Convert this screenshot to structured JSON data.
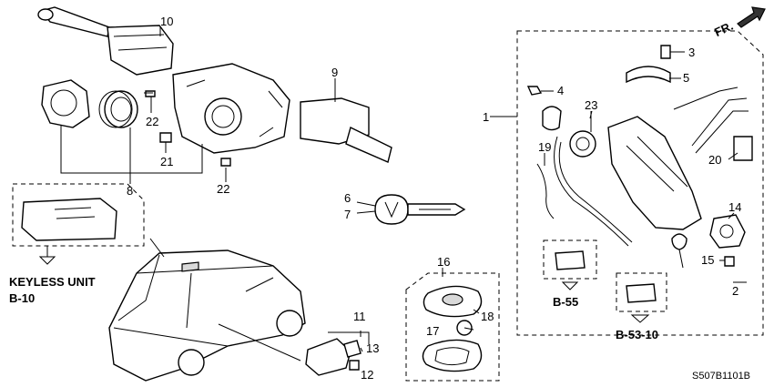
{
  "callouts": {
    "c1": "1",
    "c2": "2",
    "c3": "3",
    "c4": "4",
    "c5": "5",
    "c6": "6",
    "c7": "7",
    "c8": "8",
    "c9": "9",
    "c10": "10",
    "c11": "11",
    "c12": "12",
    "c13": "13",
    "c14": "14",
    "c15": "15",
    "c16": "16",
    "c17": "17",
    "c18": "18",
    "c19": "19",
    "c20": "20",
    "c21": "21",
    "c22a": "22",
    "c22b": "22",
    "c23": "23"
  },
  "references": {
    "keyless_title": "KEYLESS UNIT",
    "keyless_ref": "B-10",
    "ref_b55": "B-55",
    "ref_b5310": "B-53-10"
  },
  "direction_label": "FR.",
  "diagram_code": "S507B1101B"
}
